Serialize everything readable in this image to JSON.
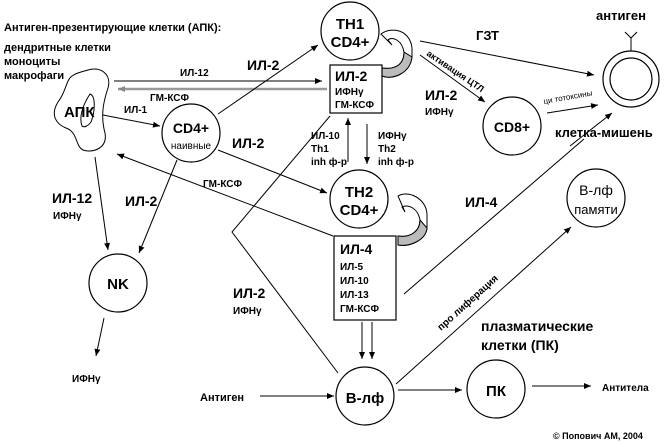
{
  "legend": {
    "title": "Антиген-презентирующие клетки (АПК):",
    "items": [
      "дендритные клетки",
      "моноциты",
      "макрофаги"
    ]
  },
  "nodes": {
    "apk": "АПК",
    "cd4_naive": {
      "line1": "CD4+",
      "line2": "наивные"
    },
    "th1": {
      "line1": "TH1",
      "line2": "CD4+"
    },
    "th2": {
      "line1": "TH2",
      "line2": "CD4+"
    },
    "cd8": "CD8+",
    "nk": "NK",
    "b_lf": "В-лф",
    "b_mem": {
      "line1": "В-лф",
      "line2": "памяти"
    },
    "pk": "ПК",
    "target": "клетка-мишень",
    "target_antigen": "антиген"
  },
  "boxes": {
    "th1_cytokines": [
      "ИЛ-2",
      "ИФНγ",
      "ГМ-КСФ"
    ],
    "th2_cytokines": [
      "ИЛ-4",
      "ИЛ-5",
      "ИЛ-10",
      "ИЛ-13",
      "ГМ-КСФ"
    ]
  },
  "edge_labels": {
    "il12_top": "ИЛ-12",
    "gmcsf_top": "ГМ-КСФ",
    "il1": "ИЛ-1",
    "il2_to_th1": "ИЛ-2",
    "il2_to_th2": "ИЛ-2",
    "gmcsf_mid": "ГМ-КСФ",
    "il12_nk": "ИЛ-12",
    "ifng_nk": "ИФНγ",
    "il2_nk": "ИЛ-2",
    "nk_out": "ИФНγ",
    "th2_to_th1": [
      "ИЛ-10",
      "Th1",
      "inh ф-р"
    ],
    "th1_to_th2": [
      "ИФНγ",
      "Th2",
      "inh ф-р"
    ],
    "gzt": "ГЗТ",
    "ctl_activation": "активация ЦТЛ",
    "il2_cd8": "ИЛ-2",
    "ifng_cd8": "ИФНγ",
    "cytotoxins": "ци тотоксины",
    "il4": "ИЛ-4",
    "il2_blf": "ИЛ-2",
    "ifng_blf": "ИФНγ",
    "proliferation": "про лиферация",
    "plasma_title": [
      "плазматические",
      "клетки (ПК)"
    ],
    "antigen_in": "Антиген",
    "antibodies": "Антитела"
  },
  "copyright": "© Попович АМ, 2004"
}
